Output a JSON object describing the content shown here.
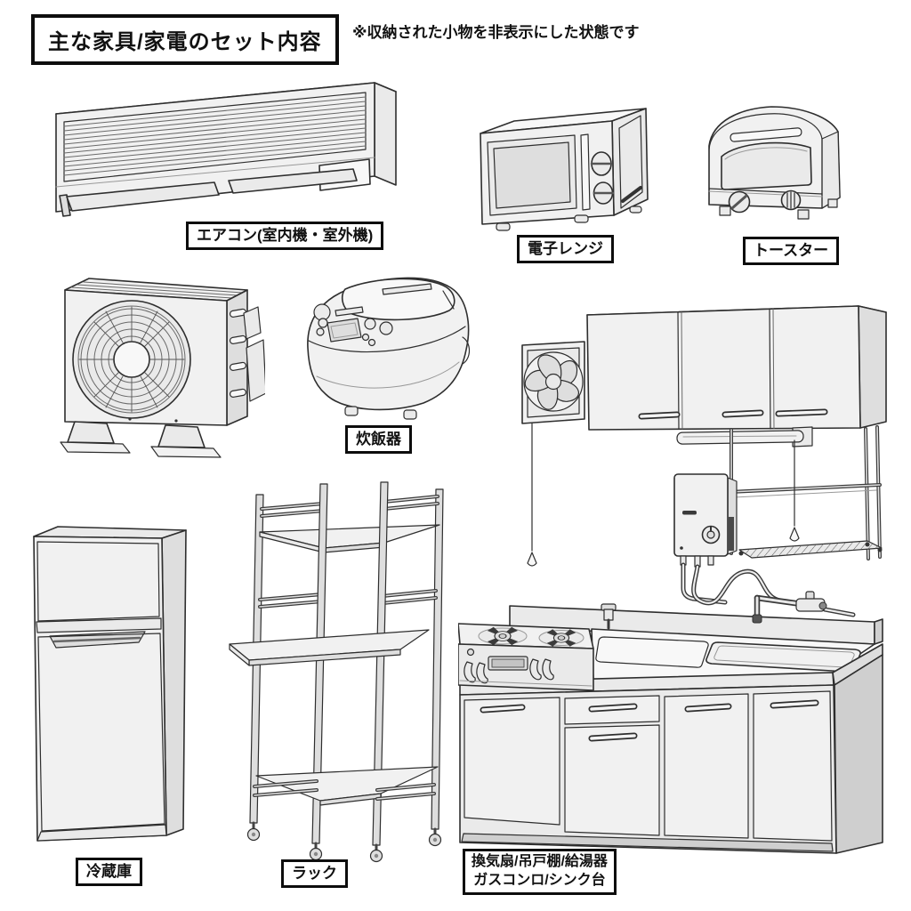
{
  "header": {
    "title": "主な家具/家電のセット内容",
    "note": "※収納された小物を非表示にした状態です"
  },
  "items": [
    {
      "id": "air-conditioner",
      "label": "エアコン(室内機・室外機)"
    },
    {
      "id": "microwave",
      "label": "電子レンジ"
    },
    {
      "id": "toaster",
      "label": "トースター"
    },
    {
      "id": "rice-cooker",
      "label": "炊飯器"
    },
    {
      "id": "refrigerator",
      "label": "冷蔵庫"
    },
    {
      "id": "rack",
      "label": "ラック"
    },
    {
      "id": "kitchen-set",
      "label_line1": "換気扇/吊戸棚/給湯器",
      "label_line2": "ガスコンロ/シンク台"
    }
  ],
  "colors": {
    "background": "#ffffff",
    "outline": "#2e2e2e",
    "body_fill": "#f1f1f1",
    "shade_fill": "#cfcfcf",
    "label_border": "#0d0d0d"
  }
}
